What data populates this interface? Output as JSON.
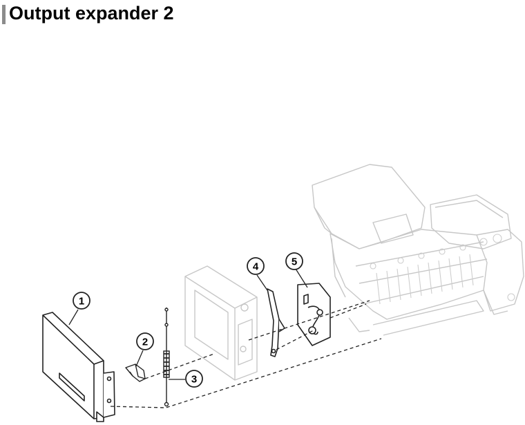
{
  "page": {
    "title": "Output expander 2"
  },
  "colors": {
    "title_accent": "#8c8c8c",
    "line_art": "#222222",
    "faded_assembly": "#c7c7c7"
  },
  "callouts": [
    "1",
    "2",
    "3",
    "4",
    "5"
  ]
}
